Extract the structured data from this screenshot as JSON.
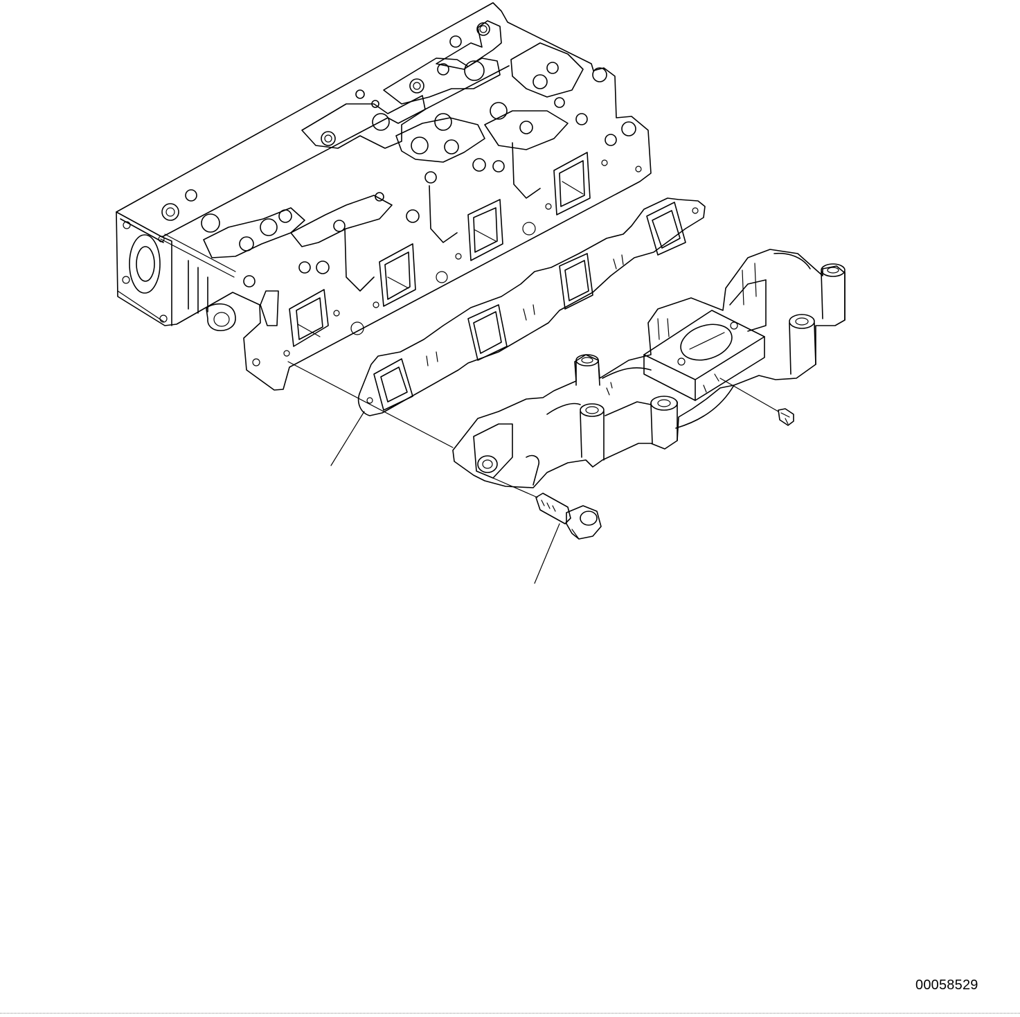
{
  "drawing": {
    "number": "00058529",
    "parts": [
      {
        "name": "cylinder-head"
      },
      {
        "name": "exhaust-manifold-gasket"
      },
      {
        "name": "exhaust-manifold"
      },
      {
        "name": "manifold-flange-bolt"
      },
      {
        "name": "small-plug-bolt"
      }
    ]
  }
}
